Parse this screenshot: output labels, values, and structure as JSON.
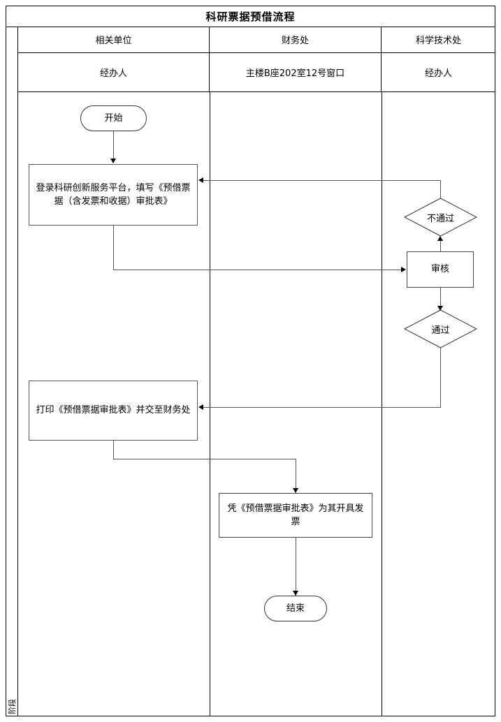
{
  "document": {
    "title": "科研票据预借流程",
    "stage_label": "阶段"
  },
  "table": {
    "department_headers": [
      "相关单位",
      "财务处",
      "科学技术处"
    ],
    "role_headers": [
      "经办人",
      "主楼B座202室12号窗口",
      "经办人"
    ]
  },
  "flow": {
    "nodes": [
      {
        "id": "start",
        "label": "开始",
        "shape": "oval",
        "lane": "相关单位"
      },
      {
        "id": "login",
        "label": "登录科研创新服务平台，填写《预借票据（含发票和收据）审批表》",
        "shape": "rect",
        "lane": "相关单位"
      },
      {
        "id": "reject",
        "label": "不通过",
        "shape": "diamond",
        "lane": "科学技术处"
      },
      {
        "id": "review",
        "label": "审核",
        "shape": "rect",
        "lane": "科学技术处"
      },
      {
        "id": "pass",
        "label": "通过",
        "shape": "diamond",
        "lane": "科学技术处"
      },
      {
        "id": "print",
        "label": "打印《预借票据审批表》并交至财务处",
        "shape": "rect",
        "lane": "相关单位"
      },
      {
        "id": "invoice",
        "label": "凭《预借票据审批表》为其开具发票",
        "shape": "rect",
        "lane": "财务处"
      },
      {
        "id": "end",
        "label": "结束",
        "shape": "oval",
        "lane": "财务处"
      }
    ],
    "edges": [
      {
        "from": "start",
        "to": "login"
      },
      {
        "from": "login",
        "to": "review"
      },
      {
        "from": "review",
        "to": "reject"
      },
      {
        "from": "reject",
        "to": "login"
      },
      {
        "from": "review",
        "to": "pass"
      },
      {
        "from": "pass",
        "to": "print"
      },
      {
        "from": "print",
        "to": "invoice"
      },
      {
        "from": "invoice",
        "to": "end"
      }
    ]
  },
  "colors": {
    "background": "#ffffff",
    "line": "#555555",
    "border": "#000000",
    "text": "#000000"
  }
}
